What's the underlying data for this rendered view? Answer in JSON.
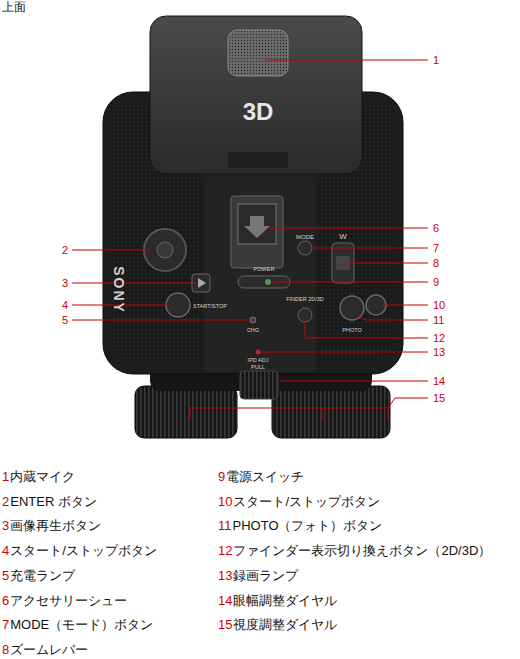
{
  "diagram": {
    "title": "上面",
    "labels": [
      "1",
      "2",
      "3",
      "4",
      "5",
      "6",
      "7",
      "8",
      "9",
      "10",
      "11",
      "12",
      "13",
      "14",
      "15",
      "SONY",
      "3D",
      "MODE",
      "W",
      "POWER",
      "START/STOP",
      "CHG",
      "FINDER 2D/3D",
      "PHOTO",
      "IPD ADJ",
      "PULL",
      "1",
      "内蔵マイク",
      "2",
      "ENTER ボタン",
      "3",
      "画像再生ボタン",
      "4",
      "スタート/ストップボタン",
      "5",
      "充電ランプ",
      "6",
      "アクセサリーシュー",
      "7",
      "MODE（モード）ボタン",
      "8",
      "ズームレバー",
      "9",
      "電源スイッチ",
      "10",
      "スタート/ストップボタン",
      "11",
      "PHOTO（フォト）ボタン",
      "12",
      "ファインダー表示切り換えボタン（2D/3D）",
      "13",
      "録画ランプ",
      "14",
      "眼幅調整ダイヤル",
      "15",
      "視度調整ダイヤル"
    ]
  }
}
